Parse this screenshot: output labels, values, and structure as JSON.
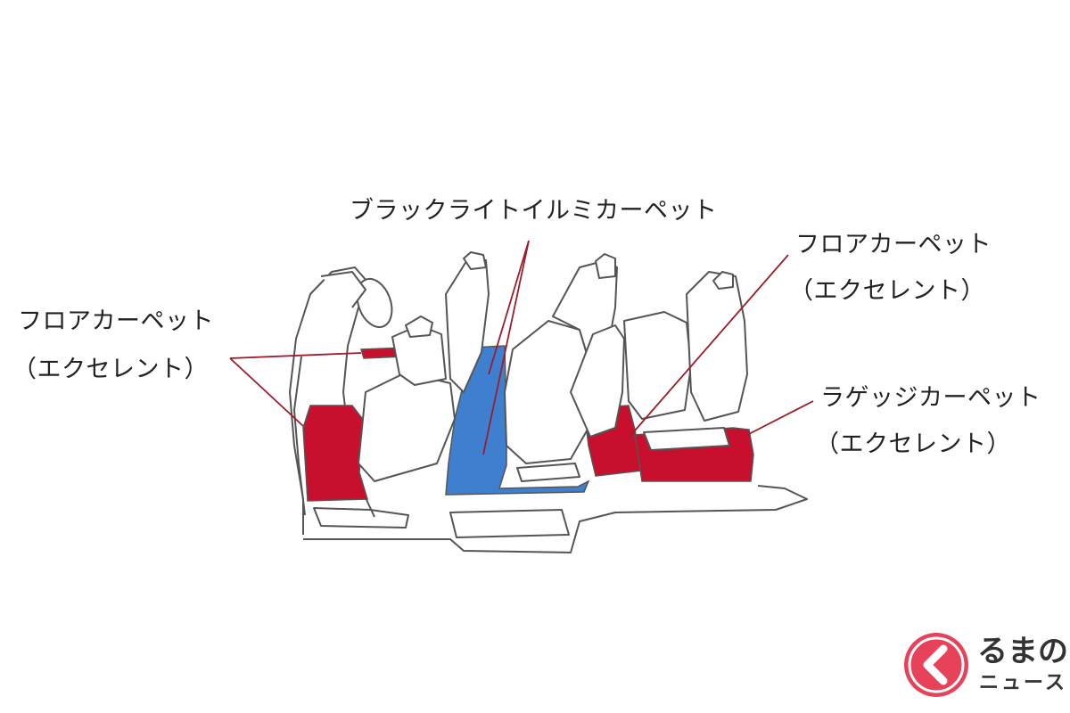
{
  "labels": {
    "center_top": "ブラックライトイルミカーペット",
    "left_line1": "フロアカーペット",
    "left_line2": "（エクセレント）",
    "right_top_line1": "フロアカーペット",
    "right_top_line2": "（エクセレント）",
    "right_bottom_line1": "ラゲッジカーペット",
    "right_bottom_line2": "（エクセレント）"
  },
  "colors": {
    "floor_carpet": "#c8102e",
    "illumination_carpet": "#3f7fcf",
    "outline": "#555555",
    "leader_line": "#9b1c2a",
    "text": "#222222"
  },
  "logo": {
    "line1": "るまの",
    "line2": "ニュース",
    "mark_letter": "く"
  }
}
